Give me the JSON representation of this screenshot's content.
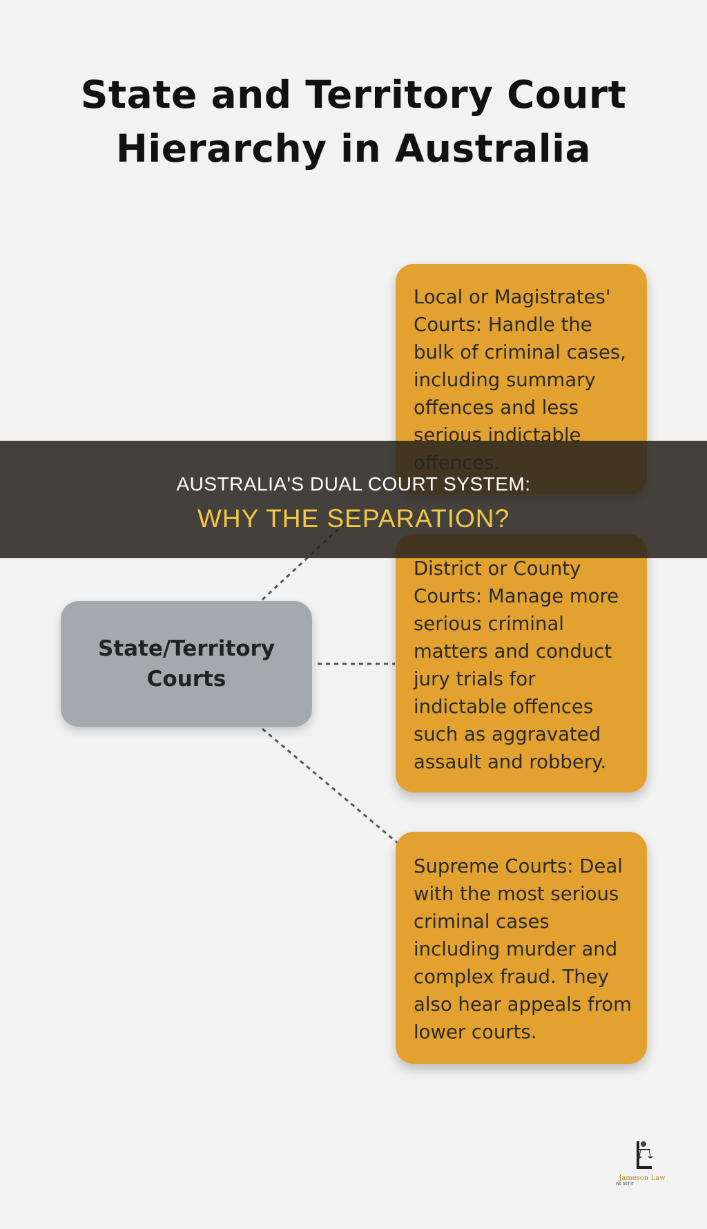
{
  "title": {
    "line1": "State and Territory Court",
    "line2": "Hierarchy in Australia"
  },
  "root": {
    "line1": "State/Territory",
    "line2": "Courts"
  },
  "courts": [
    {
      "text": "Local or Magistrates' Courts: Handle the bulk of criminal cases, including summary offences and less serious indictable offences."
    },
    {
      "text": "District or County Courts: Manage more serious criminal matters and conduct jury trials for indictable offences such as aggravated assault and robbery."
    },
    {
      "text": "Supreme Courts: Deal with the most serious criminal cases including murder and complex fraud. They also hear appeals from lower courts."
    }
  ],
  "banner": {
    "line1": "AUSTRALIA'S DUAL COURT SYSTEM:",
    "line2": "WHY THE SEPARATION?"
  },
  "logo": {
    "name": "Jameson Law",
    "tagline": "WE GET IT",
    "icon": "scales-of-justice-icon"
  },
  "colors": {
    "background": "#f2f2f2",
    "root_box": "#a4a9ae",
    "court_box": "#e3a22f",
    "banner_overlay": "#28241e",
    "banner_highlight": "#f4c842"
  }
}
